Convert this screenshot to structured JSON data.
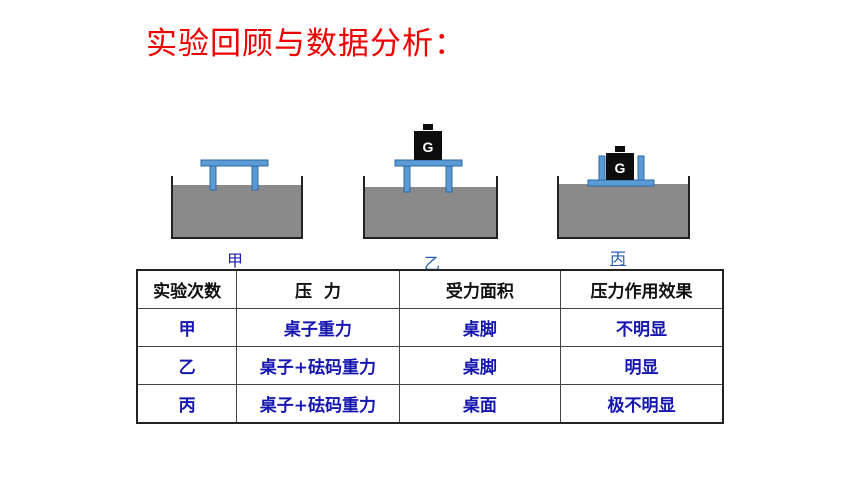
{
  "title": "实验回顾与数据分析：",
  "weight_label": "G",
  "captions": [
    "甲",
    "乙",
    "丙"
  ],
  "table": {
    "headers": [
      "实验次数",
      "压  力",
      "受力面积",
      "压力作用效果"
    ],
    "rows": [
      [
        "甲",
        "桌子重力",
        "桌脚",
        "不明显"
      ],
      [
        "乙",
        "桌子+砝码重力",
        "桌脚",
        "明显"
      ],
      [
        "丙",
        "桌子+砝码重力",
        "桌面",
        "极不明显"
      ]
    ]
  },
  "colors": {
    "title": "#ee0000",
    "sand": "#8a8a8a",
    "table_stand": "#5b9bd5",
    "weight": "#0d0d0d"
  }
}
